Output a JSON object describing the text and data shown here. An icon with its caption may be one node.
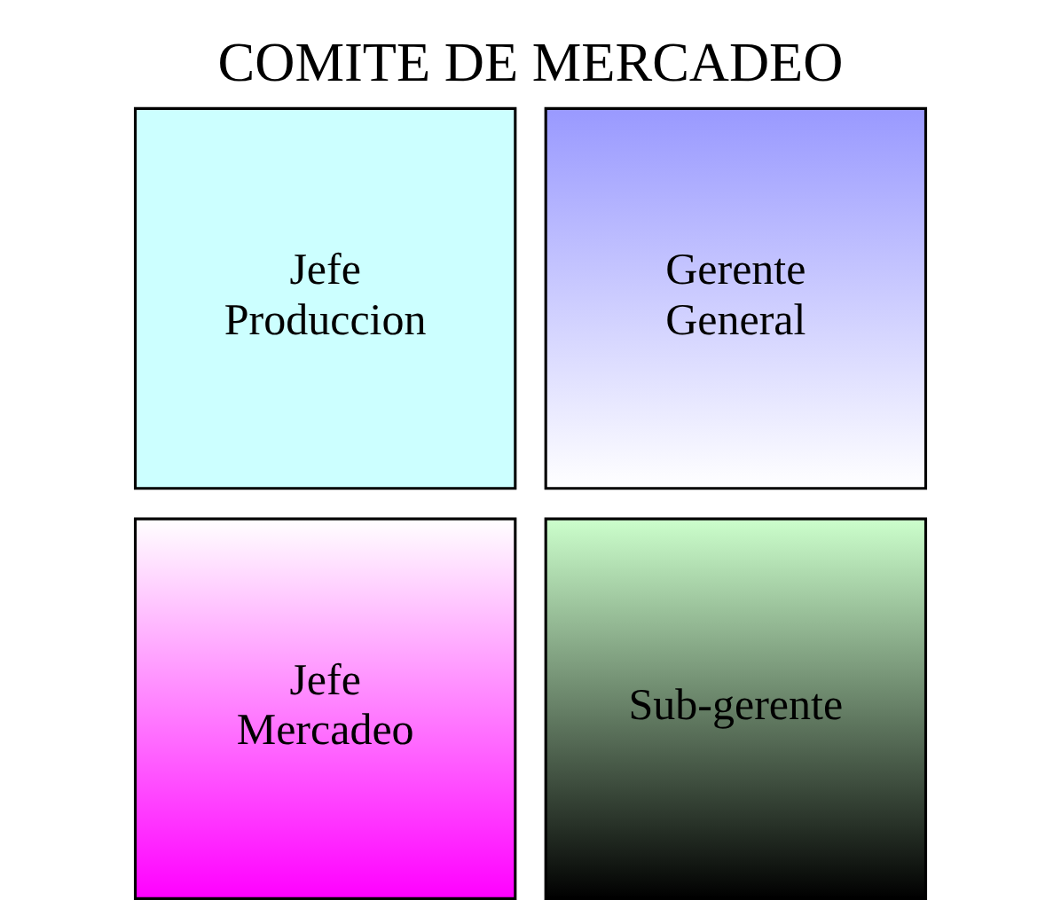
{
  "diagram": {
    "title": "COMITE DE MERCADEO",
    "nodes": [
      {
        "text": [
          "Jefe Produccion"
        ]
      },
      {
        "text": [
          "Gerente General"
        ]
      },
      {
        "text": [
          "Jefe Mercadeo"
        ]
      },
      {
        "text": [
          "Sub-gerente"
        ]
      }
    ]
  }
}
